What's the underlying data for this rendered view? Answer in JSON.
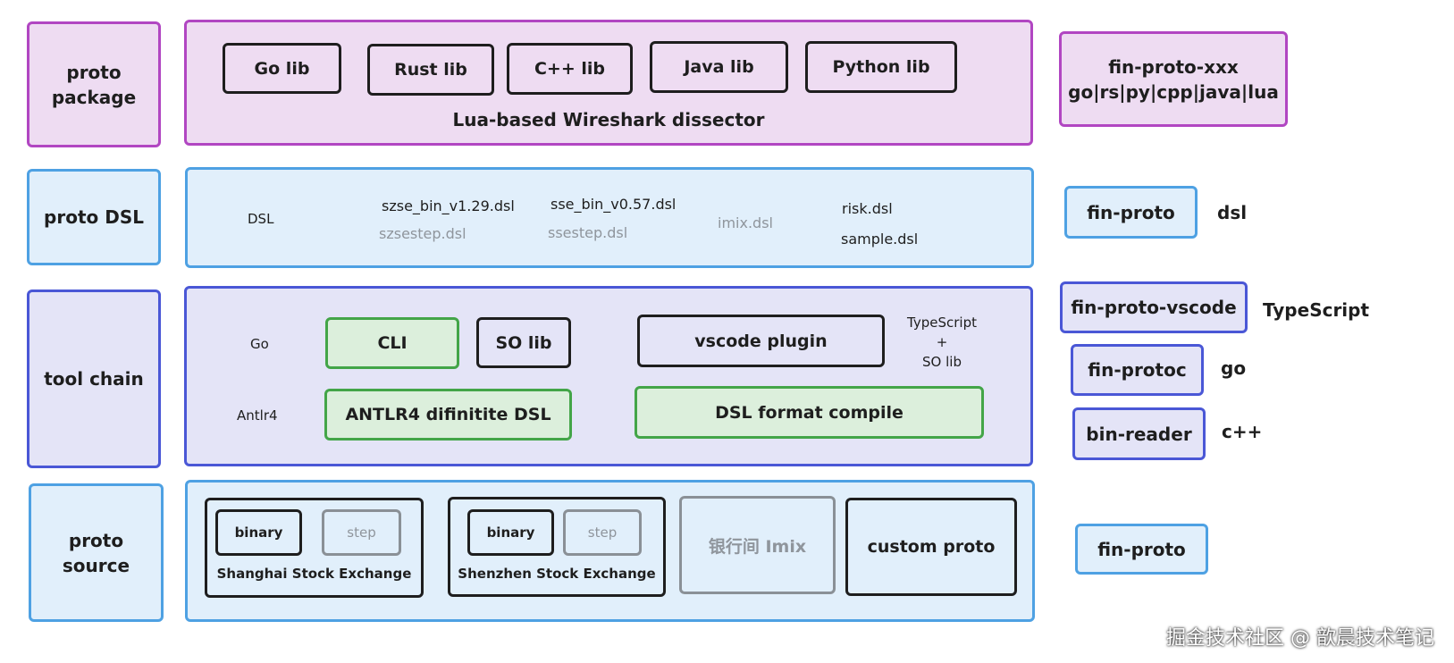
{
  "rows": {
    "package": {
      "label": "proto\npackage",
      "libs": [
        "Go lib",
        "Rust lib",
        "C++ lib",
        "Java lib",
        "Python lib"
      ],
      "caption": "Lua-based Wireshark dissector",
      "side_box": "fin-proto-xxx\ngo|rs|py|cpp|java|lua"
    },
    "dsl": {
      "label": "proto DSL",
      "prefix": "DSL",
      "files": [
        "szse_bin_v1.29.dsl",
        "sse_bin_v0.57.dsl",
        "risk.dsl",
        "sample.dsl"
      ],
      "files_muted": [
        "szsestep.dsl",
        "ssestep.dsl",
        "imix.dsl"
      ],
      "side_box": "fin-proto",
      "side_text": "dsl"
    },
    "toolchain": {
      "label": "tool chain",
      "go": "Go",
      "antlr": "Antlr4",
      "cli": "CLI",
      "so_lib": "SO lib",
      "vscode_plugin": "vscode plugin",
      "ts_note": "TypeScript\n+\nSO lib",
      "antlr_box": "ANTLR4 difinitite DSL",
      "format_box": "DSL format compile",
      "side": [
        {
          "box": "fin-proto-vscode",
          "text": "TypeScript"
        },
        {
          "box": "fin-protoc",
          "text": "go"
        },
        {
          "box": "bin-reader",
          "text": "c++"
        }
      ]
    },
    "source": {
      "label": "proto\nsource",
      "sh": {
        "binary": "binary",
        "step": "step",
        "name": "Shanghai Stock Exchange"
      },
      "sz": {
        "binary": "binary",
        "step": "step",
        "name": "Shenzhen Stock Exchange"
      },
      "imix": "银行间 Imix",
      "custom": "custom proto",
      "side_box": "fin-proto"
    }
  },
  "watermark": "掘金技术社区 @ 歆晨技术笔记"
}
